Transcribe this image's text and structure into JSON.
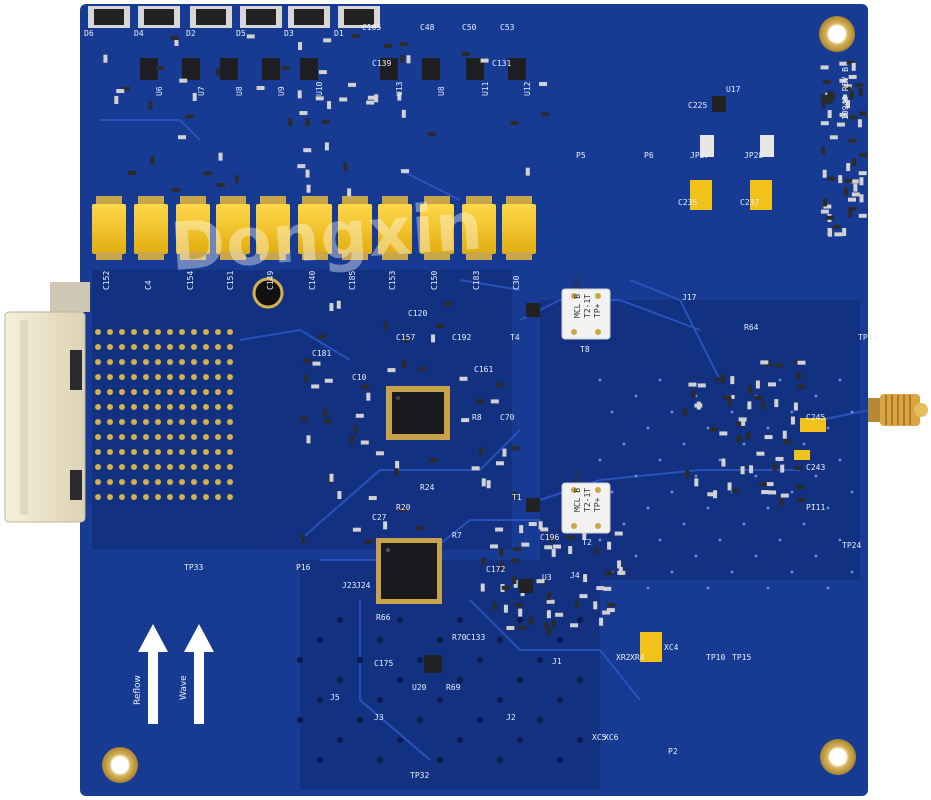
{
  "board": {
    "watermark": "Dongxin",
    "revision_label": "10943 REV B",
    "arrows": [
      {
        "label": "Reflow"
      },
      {
        "label": "Wave"
      }
    ],
    "colors": {
      "pcb": "#173a92",
      "pcb_dark": "#0f2a6e",
      "trace": "#2a57c4",
      "tantalum": "#f3c21a",
      "pad": "#c9a64a",
      "connector": "#efe6cf",
      "sma": "#d9a441"
    },
    "capacitor_labels": [
      "C152",
      "C4",
      "C154",
      "C151",
      "C149",
      "C140",
      "C185",
      "C153",
      "C150",
      "C183",
      "C30"
    ],
    "chip_labels": [
      "U6",
      "U7",
      "U8",
      "U9",
      "U10",
      "U13",
      "U8",
      "U11",
      "U12"
    ],
    "top_labels": [
      "D6",
      "D4",
      "D2",
      "D5",
      "D3",
      "D1",
      "C105",
      "C48",
      "C50",
      "C53",
      "C131",
      "C139"
    ],
    "misc_labels": [
      "P5",
      "P6",
      "J17",
      "T4",
      "T8",
      "T1",
      "T2",
      "TP31",
      "TP33",
      "P16",
      "J5",
      "J3",
      "J2",
      "J1",
      "U20",
      "TP32",
      "TP10",
      "TP15",
      "TP24",
      "PI11",
      "R64",
      "C245",
      "C243",
      "XC4",
      "XR2",
      "XR4",
      "XC5",
      "XC6",
      "P2",
      "JP27",
      "JP28",
      "C235",
      "C237",
      "U17",
      "C225",
      "C172",
      "U3",
      "C196",
      "R7",
      "J4",
      "C120",
      "C157",
      "C192",
      "C181",
      "C10",
      "C161",
      "R8",
      "C70",
      "C27",
      "R20",
      "R24",
      "J23",
      "J24",
      "R66",
      "C133",
      "C175",
      "R69",
      "R70"
    ],
    "transformer_text": [
      "MCL B 301",
      "T2-1T",
      "TP+"
    ]
  }
}
